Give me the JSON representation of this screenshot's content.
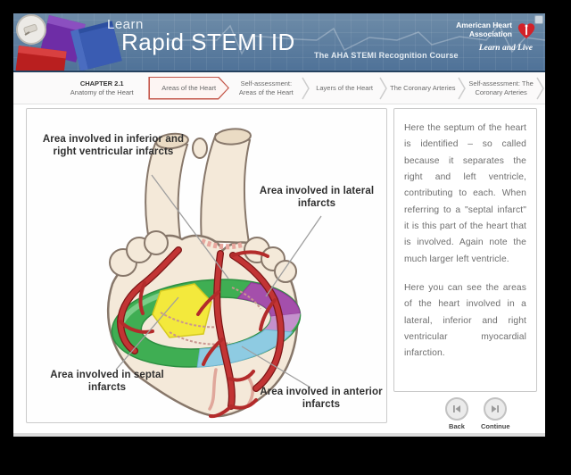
{
  "header": {
    "learn": "Learn",
    "title": "Rapid STEMI ID",
    "subtitle": "The AHA STEMI Recognition Course",
    "logo": {
      "name": "American Heart Association",
      "tagline": "Learn and Live"
    }
  },
  "nav": {
    "chapter": {
      "code": "CHAPTER 2.1",
      "title": "Anatomy of the Heart"
    },
    "items": [
      {
        "label": "Areas of the Heart",
        "active": true
      },
      {
        "label": "Self-assessment: Areas of the Heart"
      },
      {
        "label": "Layers of the Heart"
      },
      {
        "label": "The Coronary Arteries"
      },
      {
        "label": "Self-assessment: The Coronary Arteries"
      }
    ]
  },
  "diagram": {
    "labels": {
      "inferior": "Area involved in inferior and right ventricular infarcts",
      "lateral": "Area involved in lateral infarcts",
      "septal": "Area involved in septal infarcts",
      "anterior": "Area involved in anterior infarcts"
    },
    "colors": {
      "heart_body": "#f4e9d9",
      "inferior_ring_green": "#3fae53",
      "septal_yellow": "#f3e93c",
      "lateral_purple": "#a44fab",
      "anterior_cyan": "#8ecbe2",
      "artery_red": "#c23434",
      "accent_red": "#c4574a"
    }
  },
  "panel": {
    "paragraphs": [
      "Here the septum of the heart is identified – so called because it separates the right and left ventricle, contributing to each. When referring to a \"septal infarct\" it is this part of the heart that is involved. Again note the much larger left ventricle.",
      "Here you can see the areas of the heart involved in a lateral, inferior and right ventricular myocardial infarction."
    ]
  },
  "controls": {
    "back": "Back",
    "continue": "Continue"
  }
}
